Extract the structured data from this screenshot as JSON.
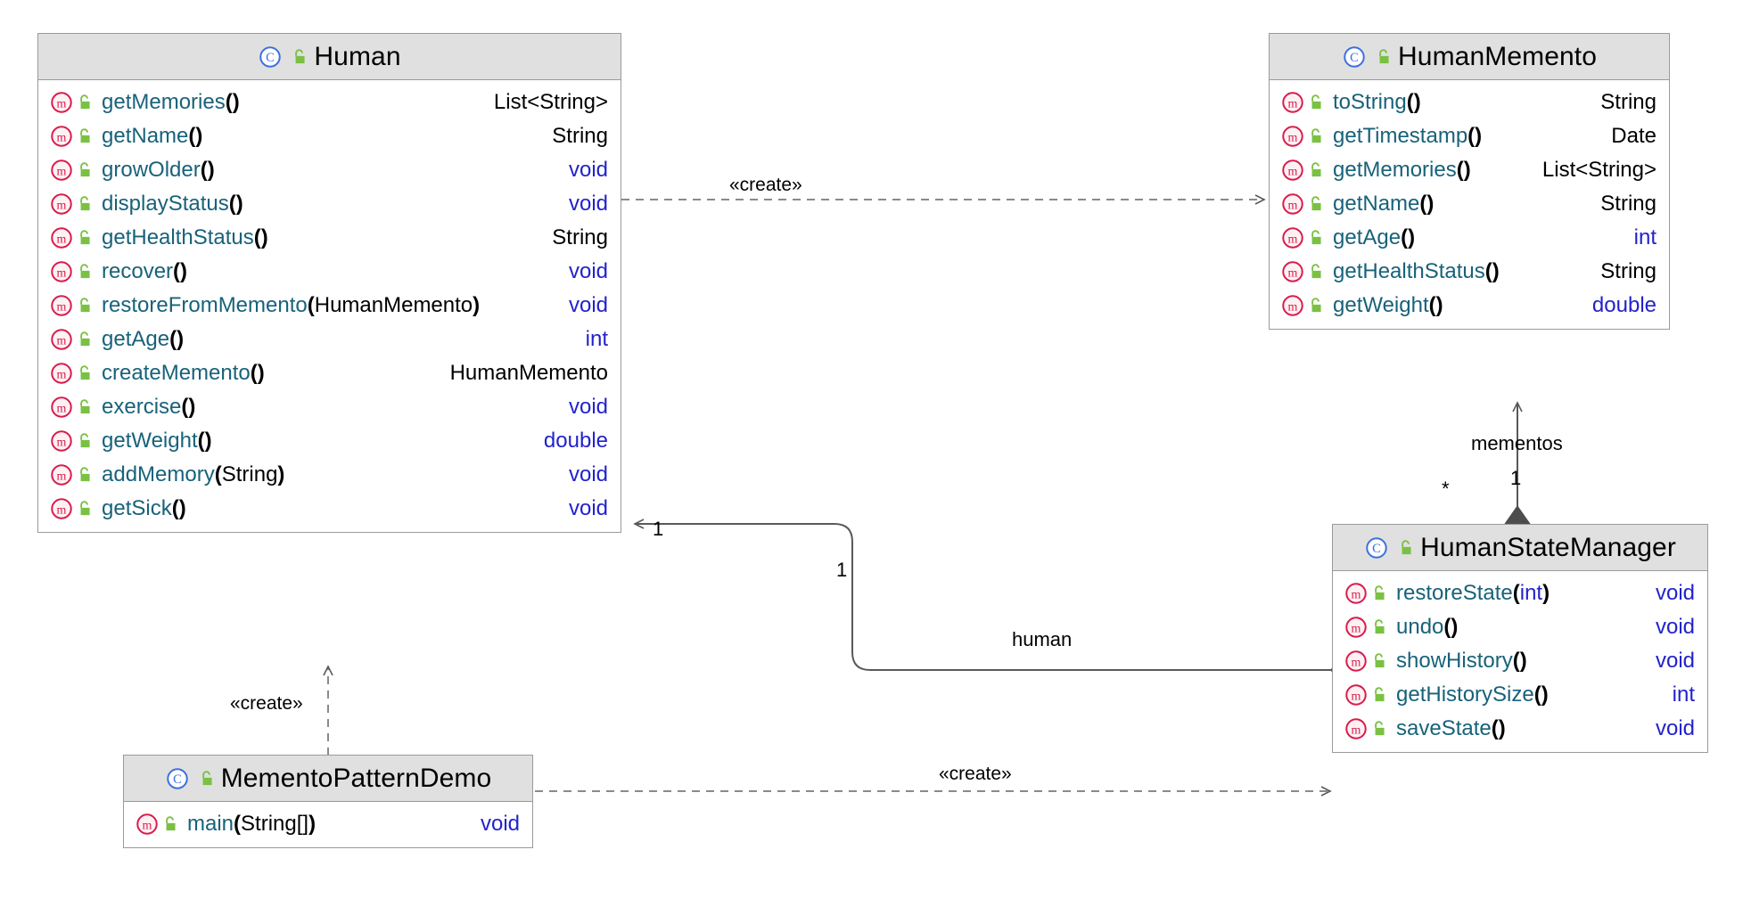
{
  "diagram": {
    "type": "uml-class-diagram",
    "title": "Memento Pattern Class Diagram",
    "colors": {
      "header_bg": "#e0e0e0",
      "border": "#9a9a9a",
      "class_icon": "#3b6fe0",
      "method_icon": "#d81b4a",
      "lock_icon": "#7ac143",
      "method_name": "#18627a",
      "primitive_type": "#2222cc",
      "object_type": "#000000",
      "edge": "#595959"
    },
    "icons": {
      "class": "class-circle-c-icon",
      "method": "method-circle-m-icon",
      "visibility": "unlock-public-icon"
    }
  },
  "classes": [
    {
      "id": "human",
      "name": "Human",
      "icon": "class-circle-c-icon",
      "visibility_icon": "unlock-public-icon",
      "members": [
        {
          "name": "getMemories",
          "params": [],
          "return": "List<String>",
          "return_kind": "object"
        },
        {
          "name": "getName",
          "params": [],
          "return": "String",
          "return_kind": "object"
        },
        {
          "name": "growOlder",
          "params": [],
          "return": "void",
          "return_kind": "primitive"
        },
        {
          "name": "displayStatus",
          "params": [],
          "return": "void",
          "return_kind": "primitive"
        },
        {
          "name": "getHealthStatus",
          "params": [],
          "return": "String",
          "return_kind": "object"
        },
        {
          "name": "recover",
          "params": [],
          "return": "void",
          "return_kind": "primitive"
        },
        {
          "name": "restoreFromMemento",
          "params": [
            {
              "text": "HumanMemento",
              "kind": "object"
            }
          ],
          "return": "void",
          "return_kind": "primitive"
        },
        {
          "name": "getAge",
          "params": [],
          "return": "int",
          "return_kind": "primitive"
        },
        {
          "name": "createMemento",
          "params": [],
          "return": "HumanMemento",
          "return_kind": "object"
        },
        {
          "name": "exercise",
          "params": [],
          "return": "void",
          "return_kind": "primitive"
        },
        {
          "name": "getWeight",
          "params": [],
          "return": "double",
          "return_kind": "primitive"
        },
        {
          "name": "addMemory",
          "params": [
            {
              "text": "String",
              "kind": "object"
            }
          ],
          "return": "void",
          "return_kind": "primitive"
        },
        {
          "name": "getSick",
          "params": [],
          "return": "void",
          "return_kind": "primitive"
        }
      ]
    },
    {
      "id": "humanMemento",
      "name": "HumanMemento",
      "icon": "class-circle-c-icon",
      "visibility_icon": "unlock-public-icon",
      "members": [
        {
          "name": "toString",
          "params": [],
          "return": "String",
          "return_kind": "object"
        },
        {
          "name": "getTimestamp",
          "params": [],
          "return": "Date",
          "return_kind": "object"
        },
        {
          "name": "getMemories",
          "params": [],
          "return": "List<String>",
          "return_kind": "object"
        },
        {
          "name": "getName",
          "params": [],
          "return": "String",
          "return_kind": "object"
        },
        {
          "name": "getAge",
          "params": [],
          "return": "int",
          "return_kind": "primitive"
        },
        {
          "name": "getHealthStatus",
          "params": [],
          "return": "String",
          "return_kind": "object"
        },
        {
          "name": "getWeight",
          "params": [],
          "return": "double",
          "return_kind": "primitive"
        }
      ]
    },
    {
      "id": "humanStateManager",
      "name": "HumanStateManager",
      "icon": "class-circle-c-icon",
      "visibility_icon": "unlock-public-icon",
      "members": [
        {
          "name": "restoreState",
          "params": [
            {
              "text": "int",
              "kind": "primitive"
            }
          ],
          "return": "void",
          "return_kind": "primitive"
        },
        {
          "name": "undo",
          "params": [],
          "return": "void",
          "return_kind": "primitive"
        },
        {
          "name": "showHistory",
          "params": [],
          "return": "void",
          "return_kind": "primitive"
        },
        {
          "name": "getHistorySize",
          "params": [],
          "return": "int",
          "return_kind": "primitive"
        },
        {
          "name": "saveState",
          "params": [],
          "return": "void",
          "return_kind": "primitive"
        }
      ]
    },
    {
      "id": "mementoPatternDemo",
      "name": "MementoPatternDemo",
      "icon": "class-circle-c-icon",
      "visibility_icon": "unlock-public-icon",
      "members": [
        {
          "name": "main",
          "params": [
            {
              "text": "String[]",
              "kind": "object"
            }
          ],
          "return": "void",
          "return_kind": "primitive"
        }
      ]
    }
  ],
  "relationships": [
    {
      "id": "human-creates-memento",
      "from": "Human",
      "to": "HumanMemento",
      "kind": "dependency",
      "line": "dashed",
      "arrow": "open",
      "label": "«create»"
    },
    {
      "id": "manager-aggregates-mementos",
      "from": "HumanStateManager",
      "to": "HumanMemento",
      "kind": "composition",
      "line": "solid",
      "arrow": "open",
      "source_decoration": "filled-diamond",
      "label": "mementos",
      "source_multiplicity": "1",
      "target_multiplicity": "*"
    },
    {
      "id": "manager-has-human",
      "from": "HumanStateManager",
      "to": "Human",
      "kind": "composition",
      "line": "solid",
      "arrow": "open",
      "source_decoration": "filled-diamond",
      "label": "human",
      "source_multiplicity": "1",
      "target_multiplicity": "1"
    },
    {
      "id": "demo-creates-human",
      "from": "MementoPatternDemo",
      "to": "Human",
      "kind": "dependency",
      "line": "dashed",
      "arrow": "open",
      "label": "«create»"
    },
    {
      "id": "demo-creates-manager",
      "from": "MementoPatternDemo",
      "to": "HumanStateManager",
      "kind": "dependency",
      "line": "dashed",
      "arrow": "open",
      "label": "«create»"
    }
  ],
  "edge_labels": {
    "create_human_memento": "«create»",
    "create_demo_human": "«create»",
    "create_demo_manager": "«create»",
    "mementos_role": "mementos",
    "human_role": "human",
    "mult_mementos_star": "*",
    "mult_mementos_one": "1",
    "mult_human_left": "1",
    "mult_human_mid": "1"
  }
}
